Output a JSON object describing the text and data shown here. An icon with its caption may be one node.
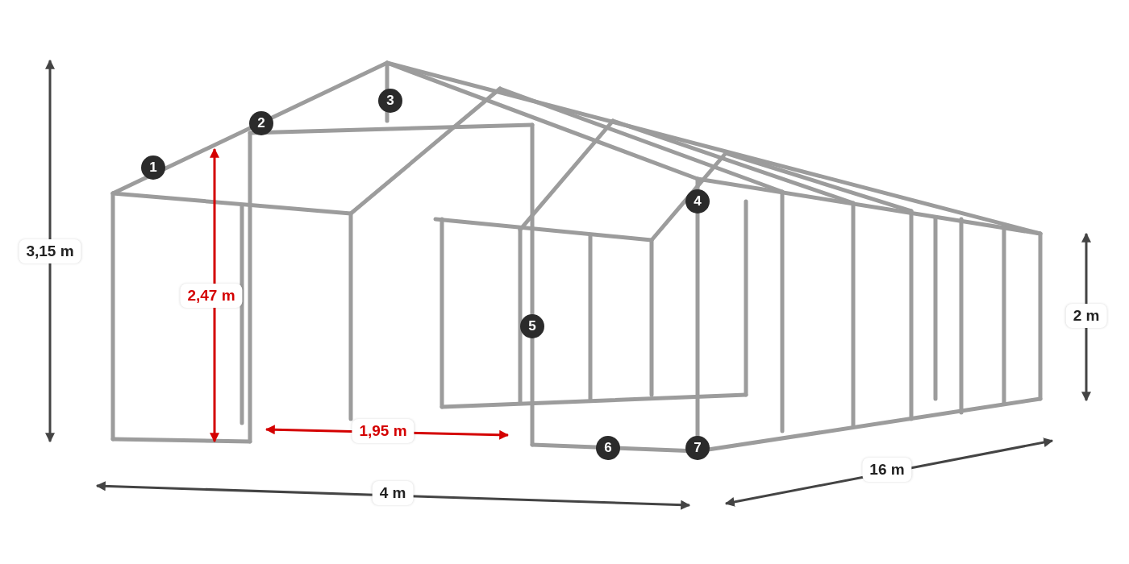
{
  "diagram": {
    "labels": [
      "3",
      "2",
      "1",
      "4",
      "3,15 m",
      "2,47 m",
      "2 m",
      "5",
      "1,95 m",
      "6",
      "7",
      "16 m",
      "4 m"
    ]
  }
}
